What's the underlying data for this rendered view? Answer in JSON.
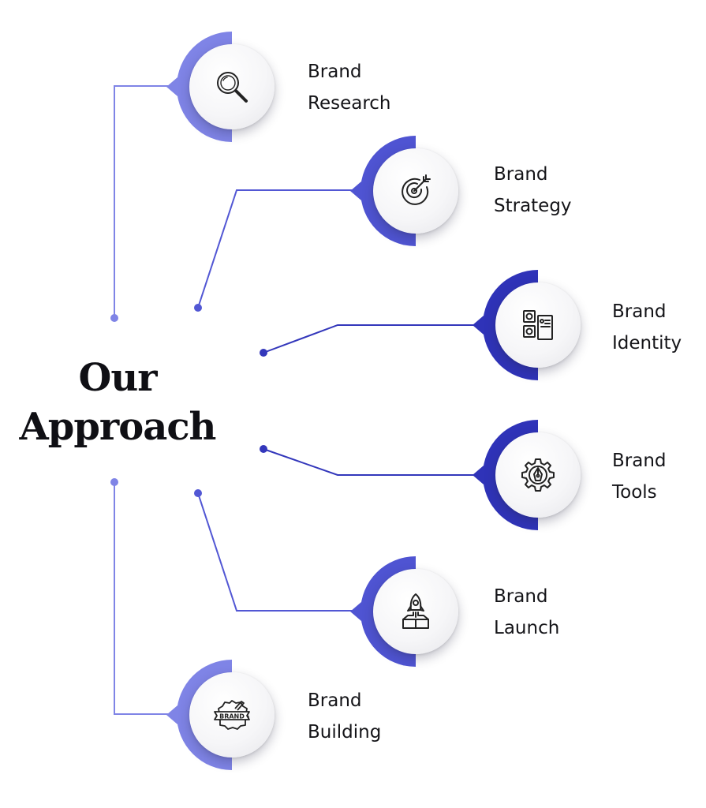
{
  "title": {
    "line1": "Our",
    "line2": "Approach"
  },
  "colors": {
    "light_accent": "#7f84e6",
    "mid_accent": "#4a4fd0",
    "dark_accent": "#2f33b8",
    "text": "#141418"
  },
  "steps": [
    {
      "line1": "Brand",
      "line2": "Research",
      "icon": "magnifier-icon"
    },
    {
      "line1": "Brand",
      "line2": "Strategy",
      "icon": "target-arrow-icon"
    },
    {
      "line1": "Brand",
      "line2": "Identity",
      "icon": "identity-board-icon"
    },
    {
      "line1": "Brand",
      "line2": "Tools",
      "icon": "gear-pen-icon"
    },
    {
      "line1": "Brand",
      "line2": "Launch",
      "icon": "rocket-box-icon"
    },
    {
      "line1": "Brand",
      "line2": "Building",
      "icon": "brand-badge-icon"
    }
  ]
}
